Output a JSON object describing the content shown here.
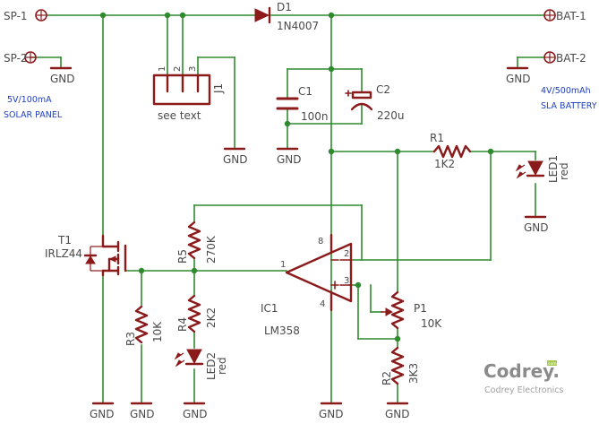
{
  "ports": {
    "sp1": "SP-1",
    "sp2": "SP-2",
    "bat1": "BAT-1",
    "bat2": "BAT-2"
  },
  "notes": {
    "solar_spec": "5V/100mA",
    "solar_name": "SOLAR PANEL",
    "battery_spec": "4V/500mAh",
    "battery_name": "SLA BATTERY"
  },
  "ground_label": "GND",
  "components": {
    "d1": {
      "ref": "D1",
      "value": "1N4007"
    },
    "j1": {
      "ref": "J1",
      "value": "see text",
      "pins": [
        "1",
        "2",
        "3"
      ]
    },
    "c1": {
      "ref": "C1",
      "value": "100n"
    },
    "c2": {
      "ref": "C2",
      "value": "220u"
    },
    "r1": {
      "ref": "R1",
      "value": "1K2"
    },
    "led1": {
      "ref": "LED1",
      "value": "red"
    },
    "t1": {
      "ref": "T1",
      "value": "IRLZ44"
    },
    "r5": {
      "ref": "R5",
      "value": "270K"
    },
    "r3": {
      "ref": "R3",
      "value": "10K"
    },
    "r4": {
      "ref": "R4",
      "value": "2K2"
    },
    "led2": {
      "ref": "LED2",
      "value": "red"
    },
    "ic1": {
      "ref": "IC1",
      "value": "LM358",
      "pins": [
        "8",
        "2",
        "3",
        "1",
        "4"
      ]
    },
    "p1": {
      "ref": "P1",
      "value": "10K"
    },
    "r2": {
      "ref": "R2",
      "value": "3K3"
    }
  },
  "logo": {
    "name": "Codrey.",
    "tagline": "Codrey Electronics",
    "badge": "com"
  }
}
